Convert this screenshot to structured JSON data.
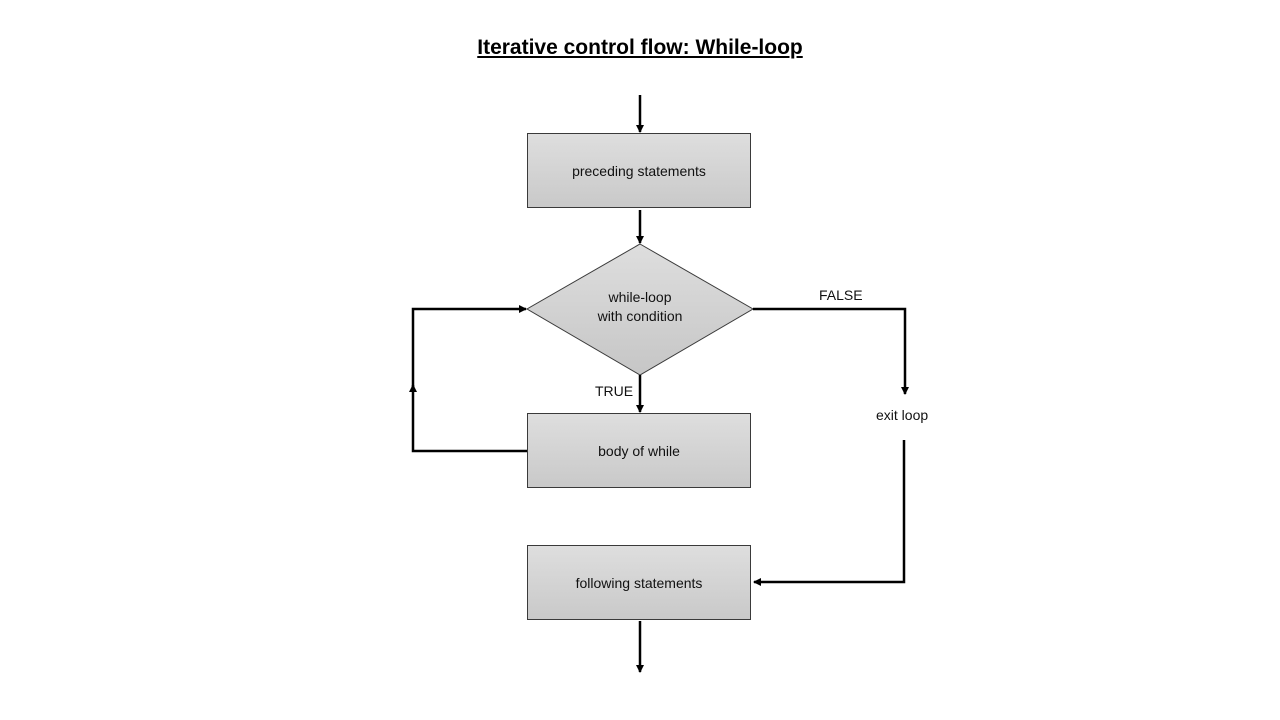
{
  "title": "Iterative control flow: While-loop",
  "nodes": {
    "preceding": "preceding statements",
    "condition_line1": "while-loop",
    "condition_line2": "with condition",
    "body": "body of while",
    "following": "following statements",
    "exit": "exit loop"
  },
  "edge_labels": {
    "true": "TRUE",
    "false": "FALSE"
  },
  "colors": {
    "box_fill_top": "#dedede",
    "box_fill_bottom": "#c9c9c9",
    "line": "#000000"
  }
}
